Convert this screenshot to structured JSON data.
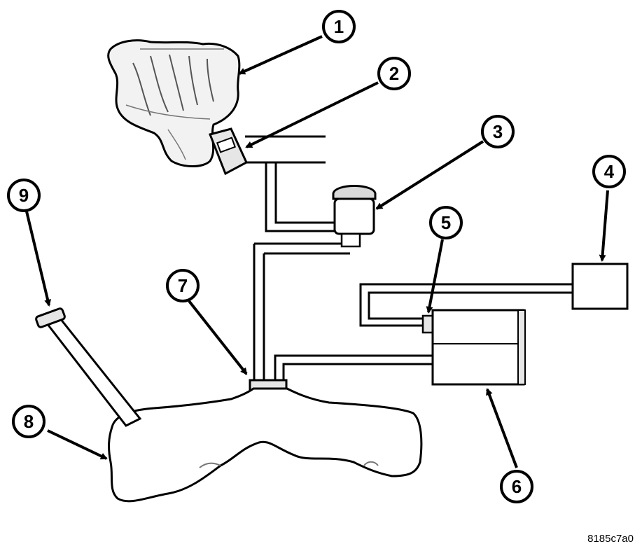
{
  "callouts": {
    "c1": "1",
    "c2": "2",
    "c3": "3",
    "c4": "4",
    "c5": "5",
    "c6": "6",
    "c7": "7",
    "c8": "8",
    "c9": "9"
  },
  "figure_id": "8185c7a0",
  "colors": {
    "line": "#000000",
    "fill": "#ffffff",
    "shade": "#e6e6e6"
  }
}
